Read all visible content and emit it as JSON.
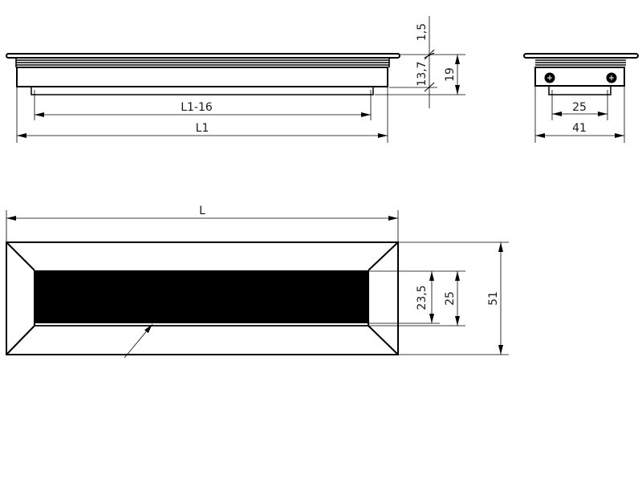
{
  "side_view": {
    "dim_inner_length": "L1-16",
    "dim_total_length": "L1",
    "dim_flange_thickness": "1,5",
    "dim_body_height": "13,7",
    "dim_total_height": "19"
  },
  "end_view": {
    "dim_inner_width": "25",
    "dim_total_width": "41"
  },
  "plan_view": {
    "dim_length": "L",
    "dim_opening_inner": "23,5",
    "dim_opening": "25",
    "dim_total_width": "51"
  },
  "colors": {
    "line": "#000000",
    "fill": "#000000"
  }
}
